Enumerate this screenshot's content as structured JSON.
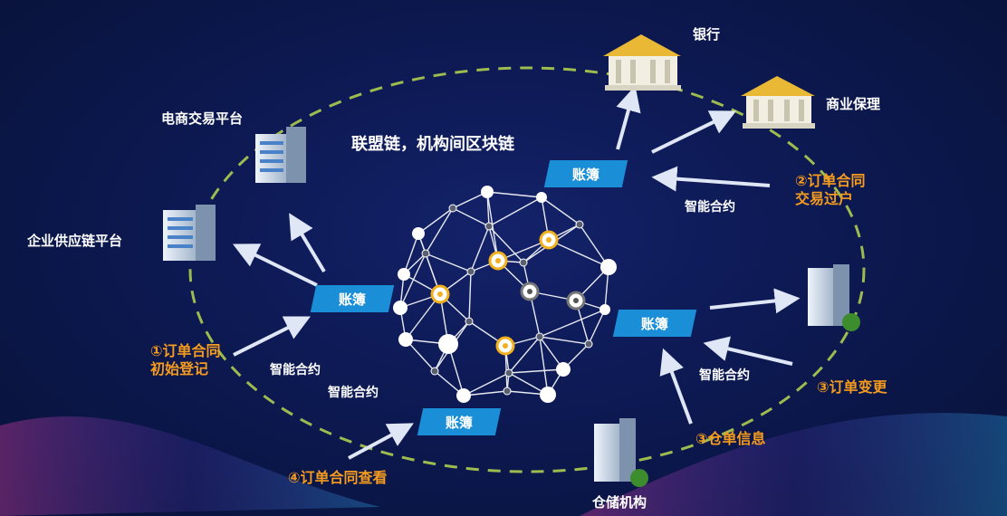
{
  "title": "联盟链，机构间区块链",
  "nodes": {
    "bank": "银行",
    "factoring": "商业保理",
    "ecommerce": "电商交易平台",
    "supply_chain": "企业供应链平台",
    "warehouse": "仓储机构"
  },
  "ledger_label": "账簿",
  "smart_contract_label": "智能合约",
  "steps": {
    "step1": "①订单合同初始登记",
    "step2": "②订单合同交易过户",
    "step3a": "③订单变更",
    "step3b": "③仓单信息",
    "step4": "④订单合同查看"
  },
  "colors": {
    "ledger": "#1a8ed6",
    "orange": "#f59b1e",
    "ellipse": "#9dbb4f"
  }
}
